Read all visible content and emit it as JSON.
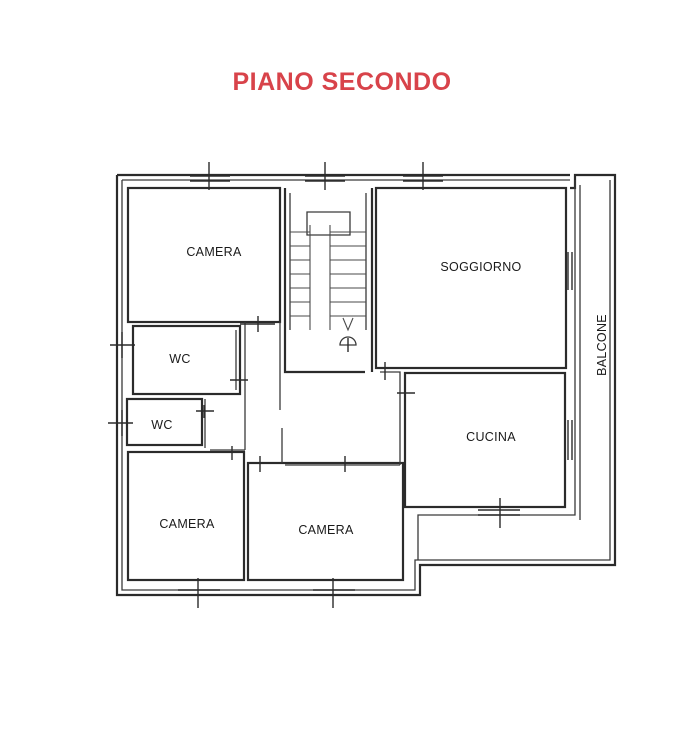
{
  "title": "PIANO SECONDO",
  "colors": {
    "title": "#d8434a",
    "walls": "#2b2b2b",
    "background": "#ffffff"
  },
  "rooms": {
    "camera_top": "CAMERA",
    "soggiorno": "SOGGIORNO",
    "wc_1": "WC",
    "wc_2": "WC",
    "cucina": "CUCINA",
    "camera_bottom_left": "CAMERA",
    "camera_bottom_center": "CAMERA",
    "balcone": "BALCONE"
  }
}
